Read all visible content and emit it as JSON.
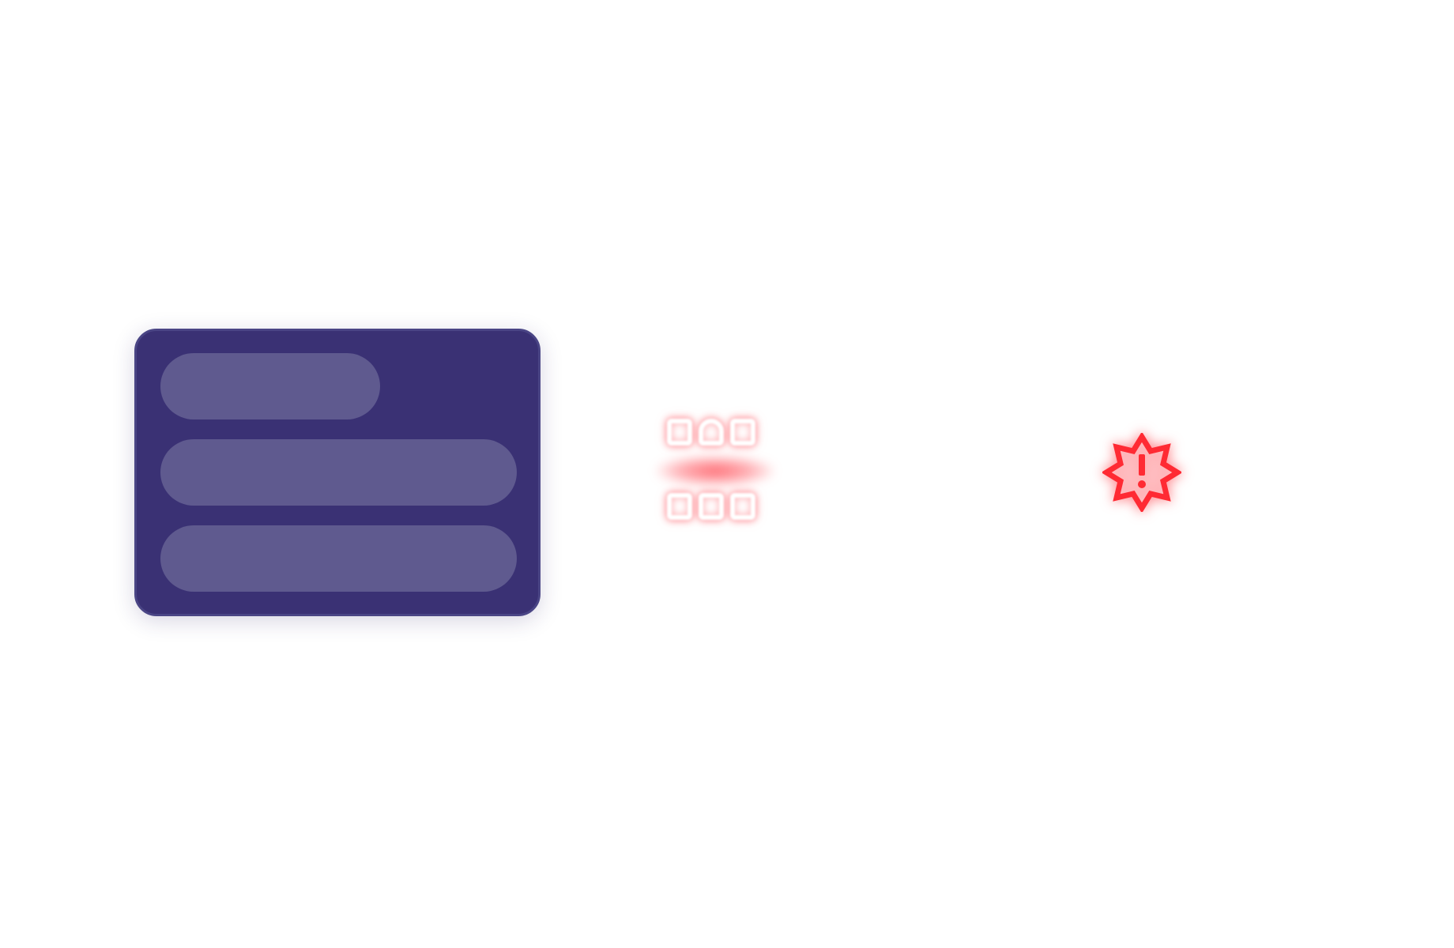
{
  "skeleton_card": {
    "accent": "#3a3174",
    "placeholder_color": "#5f5a8f",
    "bars": [
      "short",
      "long",
      "long"
    ]
  },
  "connection": {
    "state": "error",
    "beam_color": "#ff3c46",
    "icon": "glitch-beam-icon"
  },
  "status": {
    "icon": "alert-badge-icon",
    "color": "#ff2a33"
  }
}
